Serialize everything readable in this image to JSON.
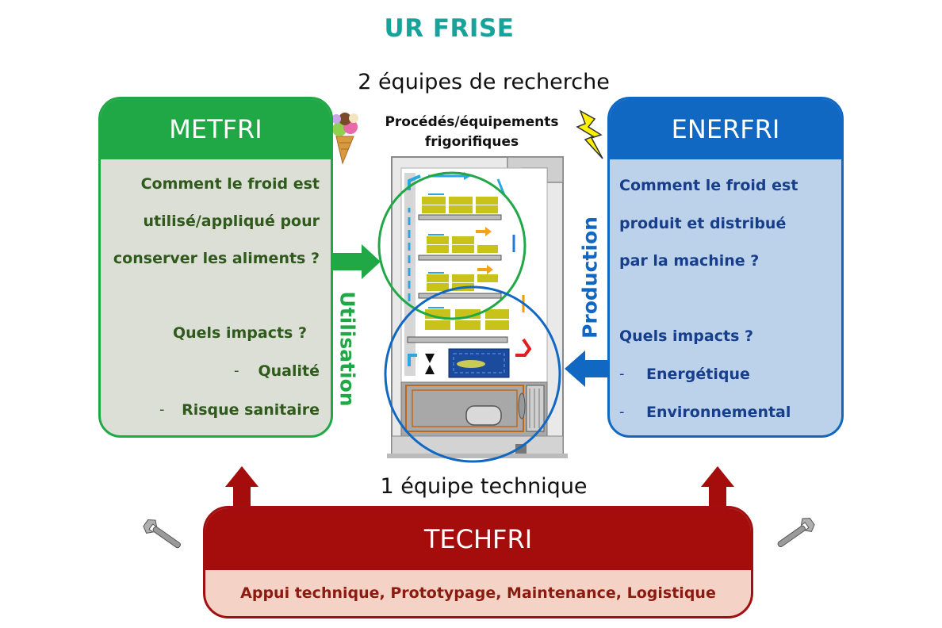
{
  "title": "UR FRISE",
  "research_teams": "2 équipes de recherche",
  "technical_team": "1 équipe technique",
  "center": {
    "processes_line1": "Procédés/équipements",
    "processes_line2": "frigorifiques",
    "left_arrow_label": "Utilisation",
    "right_arrow_label": "Production"
  },
  "metfri": {
    "name": "METFRI",
    "question_lines": [
      "Comment le froid est",
      "utilisé/appliqué pour",
      "conserver les aliments ?"
    ],
    "impacts_title": "Quels impacts ?",
    "impacts": [
      "Qualité",
      "Risque sanitaire"
    ],
    "bullet": "-"
  },
  "enerfri": {
    "name": "ENERFRI",
    "question_lines": [
      "Comment le froid est",
      "produit et distribué",
      "par la machine ?"
    ],
    "impacts_title": "Quels impacts ?",
    "impacts": [
      "Energétique",
      "Environnemental"
    ],
    "bullet": "-"
  },
  "techfri": {
    "name": "TECHFRI",
    "support": "Appui technique, Prototypage, Maintenance, Logistique"
  },
  "icons": [
    "ice-cream-icon",
    "lightning-icon",
    "wrench-icon",
    "refrigerated-display-cabinet"
  ],
  "colors": {
    "title": "#17a39a",
    "metfri": "#1fa845",
    "metfri_body": "#dcdfd6",
    "metfri_text": "#2f5a1c",
    "enerfri": "#1168c2",
    "enerfri_body": "#bcd2ea",
    "enerfri_text": "#173e8a",
    "techfri": "#a50c0c",
    "techfri_body": "#f4d3c6",
    "techfri_text": "#8b1a10"
  }
}
